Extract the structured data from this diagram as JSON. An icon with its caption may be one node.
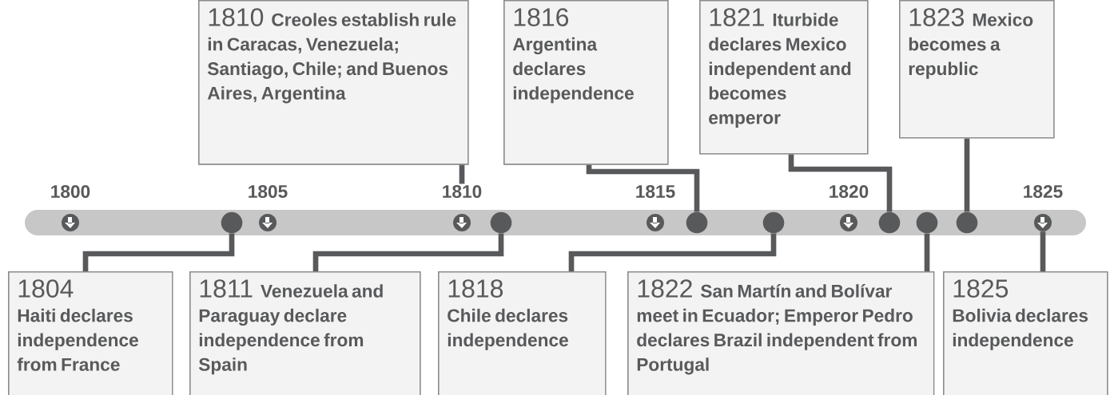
{
  "diagram": {
    "nodes": [
      {
        "text": [
          "1810",
          "Creoles establish rule in Caracas, Venezuela; Santiago, Chile; and Buenos Aires, Argentina"
        ]
      },
      {
        "text": [
          "1816",
          "Argentina declares independence"
        ]
      },
      {
        "text": [
          "1821",
          "Iturbide declares Mexico independent and becomes emperor"
        ]
      },
      {
        "text": [
          "1823",
          "Mexico becomes a republic"
        ]
      },
      {
        "text": [
          "1804",
          "Haiti declares independence from France"
        ]
      },
      {
        "text": [
          "1811",
          "Venezuela and Paraguay declare independence from Spain"
        ]
      },
      {
        "text": [
          "1818",
          "Chile declares independence"
        ]
      },
      {
        "text": [
          "1822",
          "San Martín and Bolívar meet in Ecuador; Emperor Pedro declares Brazil independent from Portugal"
        ]
      },
      {
        "text": [
          "1825",
          "Bolivia declares independence"
        ]
      },
      {
        "text": [],
        "shape": "circle"
      },
      {
        "text": [],
        "shape": "circle"
      },
      {
        "text": [],
        "shape": "circle"
      },
      {
        "text": [],
        "shape": "circle"
      },
      {
        "text": [],
        "shape": "circle"
      },
      {
        "text": [],
        "shape": "circle"
      },
      {
        "text": [],
        "shape": "circle"
      },
      {
        "text": [
          "1810"
        ]
      },
      {
        "text": [],
        "shape": "circle"
      }
    ],
    "edges": [
      {
        "from": 0,
        "to": 16,
        "arrow": "none"
      },
      {
        "from": 1,
        "to": 11,
        "arrow": "none"
      },
      {
        "from": 2,
        "to": 13,
        "arrow": "none"
      },
      {
        "from": 3,
        "to": 15,
        "arrow": "none"
      },
      {
        "from": 4,
        "to": 9,
        "arrow": "none"
      },
      {
        "from": 5,
        "to": 10,
        "arrow": "none"
      },
      {
        "from": 6,
        "to": 12,
        "arrow": "none"
      },
      {
        "from": 7,
        "to": 14,
        "arrow": "none"
      },
      {
        "from": 8,
        "to": 17,
        "arrow": "none"
      }
    ],
    "labels": [
      "1800",
      "1805",
      "1815",
      "1820",
      "1825"
    ]
  }
}
